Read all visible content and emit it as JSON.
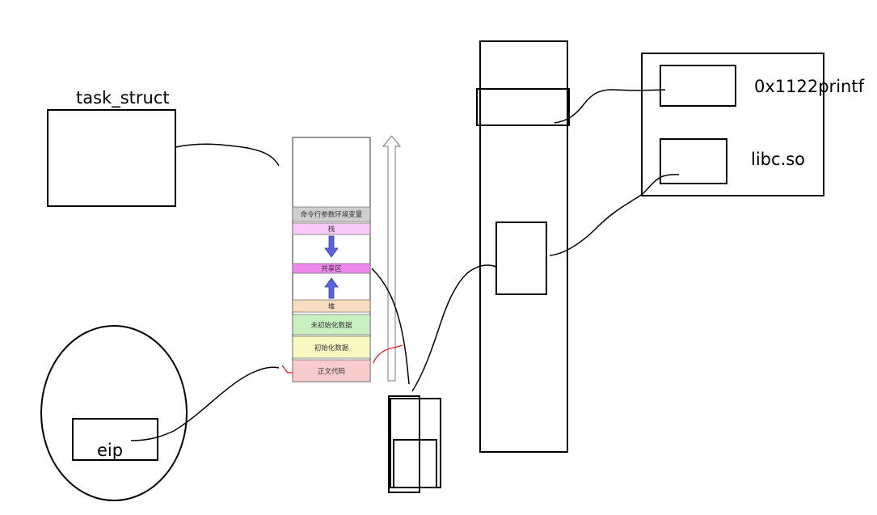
{
  "labels": {
    "task_struct": "task_struct",
    "eip": "eip",
    "printf_addr": "0x1122printf",
    "libc": "libc.so"
  },
  "memory_layout": {
    "segments": [
      {
        "key": "env",
        "label": "命令行参数环境变量",
        "color": "#cfcfcf"
      },
      {
        "key": "stack",
        "label": "栈",
        "color": "#f8c8f8"
      },
      {
        "key": "shared",
        "label": "共享区",
        "color": "#ee88ee"
      },
      {
        "key": "heap",
        "label": "堆",
        "color": "#f8dcc0"
      },
      {
        "key": "bss",
        "label": "未初始化数据",
        "color": "#c8f0c0"
      },
      {
        "key": "data",
        "label": "初始化数据",
        "color": "#f8f8c0"
      },
      {
        "key": "text",
        "label": "正文代码",
        "color": "#f8cccc"
      }
    ]
  },
  "colors": {
    "stroke": "#000000",
    "arrow_fill": "#5a64e0",
    "red_mark": "#e02020"
  }
}
